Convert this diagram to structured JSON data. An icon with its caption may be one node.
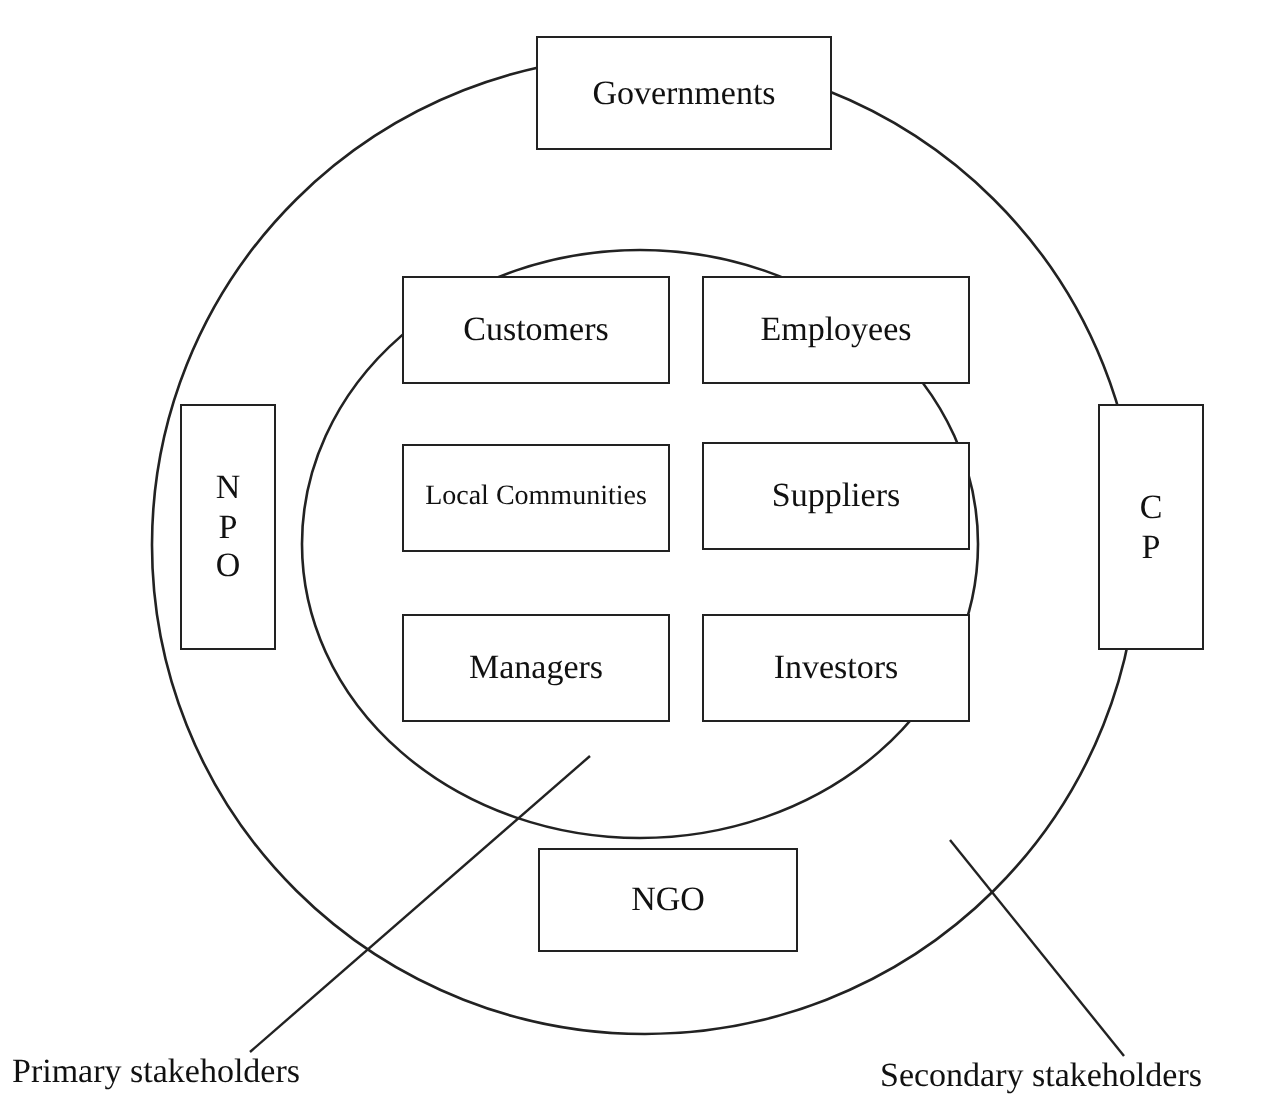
{
  "diagram": {
    "nodes": [
      {
        "text": [],
        "shape": "circle"
      },
      {
        "text": [
          "Governments"
        ]
      },
      {
        "text": [
          "N P O"
        ],
        "in": 0
      },
      {
        "text": [],
        "shape": "circle",
        "in": 0
      },
      {
        "text": [
          "Customers"
        ],
        "in": 3
      },
      {
        "text": [
          "Employees"
        ],
        "in": 3
      },
      {
        "text": [
          "Local Communities"
        ],
        "in": 3
      },
      {
        "text": [
          "Suppliers"
        ],
        "in": 3
      },
      {
        "text": [
          "Managers"
        ],
        "in": 3
      },
      {
        "text": [
          "Investors"
        ],
        "in": 3
      },
      {
        "text": [
          "C P"
        ]
      },
      {
        "text": [
          "NGO"
        ],
        "in": 0
      },
      {
        "text": [
          "Primary stakeholders"
        ]
      },
      {
        "text": [
          "Secondary stakeholders"
        ]
      }
    ],
    "edges": [
      {
        "from": 12,
        "to": 3,
        "arrow": "none"
      },
      {
        "from": 13,
        "to": 0,
        "arrow": "none"
      }
    ]
  }
}
